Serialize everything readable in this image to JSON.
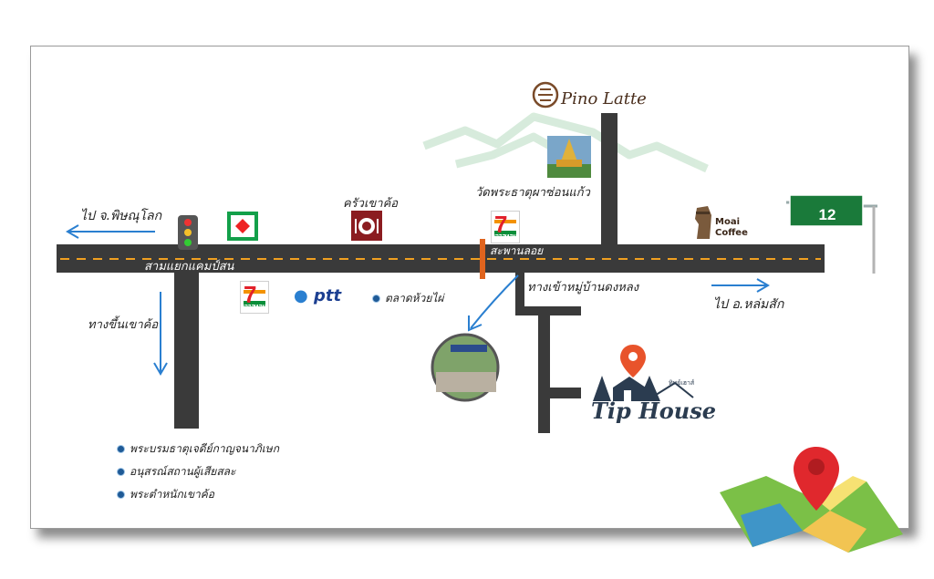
{
  "map": {
    "colors": {
      "road": "#3a3a3a",
      "road_dash": "#f0a020",
      "arrow": "#2a7fd0",
      "sign_green": "#1a7a3a"
    },
    "directions": {
      "west": "ไป จ.พิษณุโลก",
      "east": "ไป อ.หล่มสัก",
      "north_south": "ทางขึ้นเขาค้อ"
    },
    "intersections": {
      "main": "สามแยกแคมป์สน",
      "bridge": "สะพานลอย",
      "village_road": "ทางเข้าหมู่บ้านดงหลง"
    },
    "landmarks": {
      "restaurant": "ครัวเขาค้อ",
      "temple": "วัดพระธาตุผาซ่อนแก้ว",
      "cafe_top": "Pino Latte",
      "cafe_right": "Moai Coffee",
      "market": "ตลาดห้วยไผ่",
      "gas_station": "ptt",
      "convenience": "ELEVEN",
      "destination": "Tip House",
      "destination_thai": "ทิพย์เฮาส์"
    },
    "highway_number": "12",
    "nearby_attractions": [
      "พระบรมธาตุเจดีย์กาญจนาภิเษก",
      "อนุสรณ์สถานผู้เสียสละ",
      "พระตำหนักเขาค้อ"
    ]
  }
}
